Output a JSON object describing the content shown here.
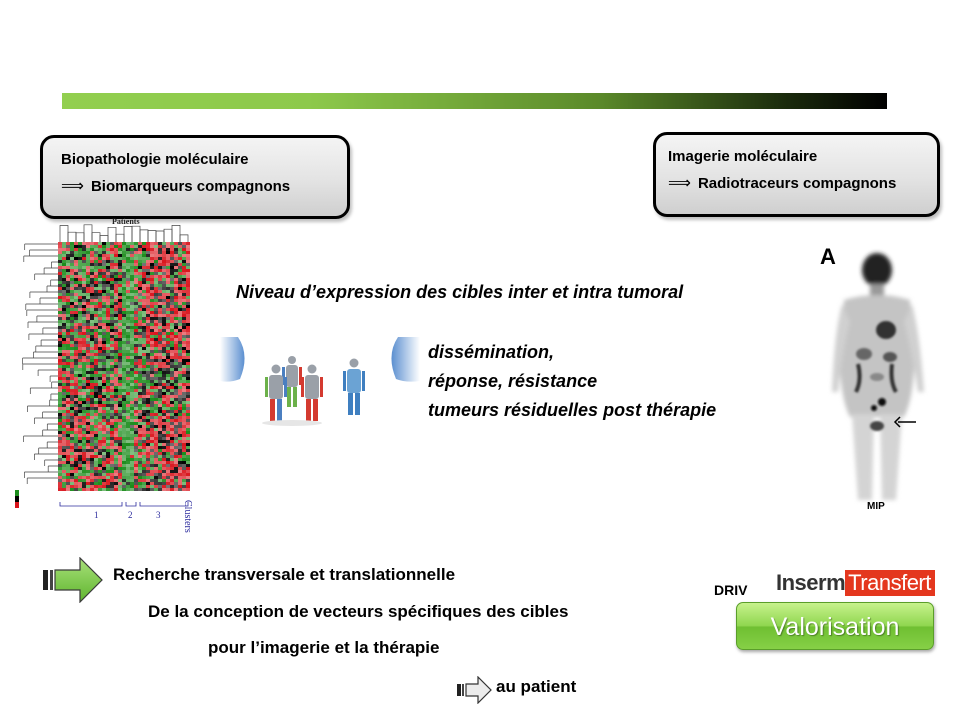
{
  "left_box": {
    "title": "Biopathologie moléculaire",
    "arrow": "⟹",
    "subtitle": "Biomarqueurs  compagnons"
  },
  "right_box": {
    "title": "Imagerie moléculaire",
    "arrow": "⟹",
    "subtitle": "Radiotraceurs  compagnons"
  },
  "heatmap": {
    "header": "Patients",
    "footer": "Clusters",
    "cluster_numbers": [
      "1",
      "2",
      "3"
    ],
    "colors": [
      "#d9131b",
      "#1c8c1c",
      "#000000"
    ]
  },
  "central": {
    "heading": "Niveau d’expression des cibles inter et intra tumoral",
    "outcomes": [
      "dissémination,",
      "réponse, résistance",
      "tumeurs résiduelles post thérapie"
    ]
  },
  "pet_scan": {
    "label": "A",
    "caption": "MIP"
  },
  "bottom": {
    "line1": "Recherche transversale et translationnelle",
    "line2": "De la conception de vecteurs spécifiques des cibles",
    "line3": "pour l’imagerie et la thérapie",
    "line4": "au patient"
  },
  "logos": {
    "driv": "DRIV",
    "inserm_part": "Inserm",
    "transfert_part": "Transfert",
    "button": "Valorisation"
  },
  "colors": {
    "top_bar_start": "#92cf4f",
    "top_bar_end": "#000000",
    "arrow_green": "#6cc23c",
    "button_green": "#8fd64f"
  }
}
